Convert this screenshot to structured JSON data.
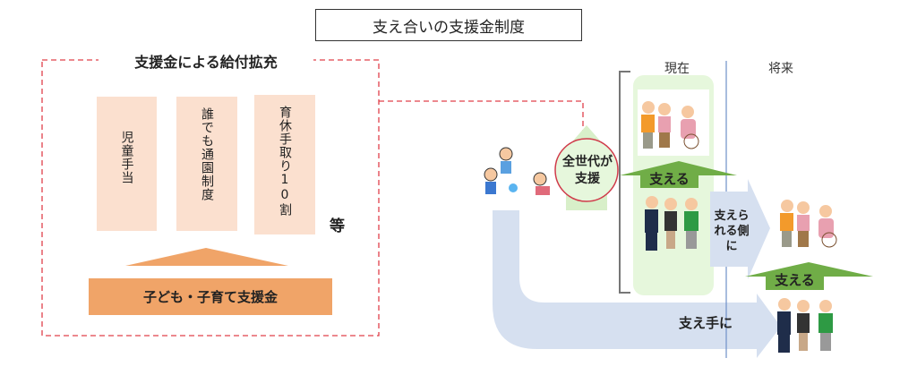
{
  "title": "支え合いの支援金制度",
  "benefits": {
    "heading": "支援金による給付拡充",
    "pillars": [
      "児童手当",
      "誰でも通園制度",
      "育休手取り10割"
    ],
    "etc": "等",
    "source": "子ども・子育て支援金"
  },
  "timeline": {
    "present": "現在",
    "future": "将来"
  },
  "labels": {
    "all_generations": "全世代が支援",
    "support": "支える",
    "become_supported": "支えられる側に",
    "become_supporter": "支え手に"
  },
  "colors": {
    "pillar": "#fbe0cf",
    "source": "#f0a468",
    "green": "#70ad47",
    "blue_arrow": "#d6e0f0",
    "dashed": "#e0404a"
  }
}
